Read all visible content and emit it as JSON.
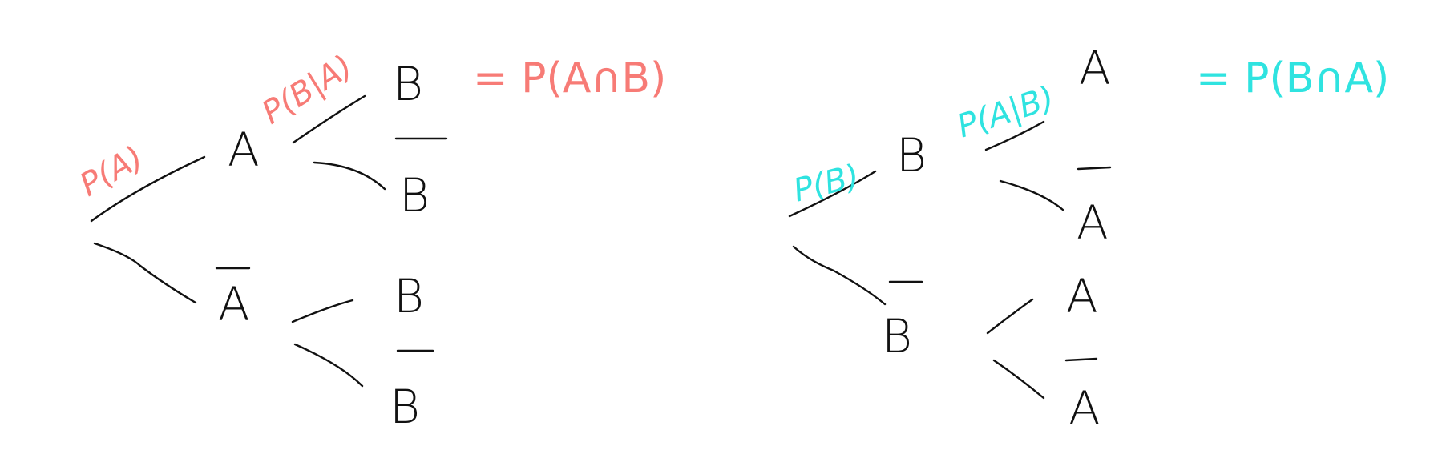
{
  "colors": {
    "ink": "#111111",
    "left_annotation": "#f77b76",
    "right_annotation": "#2fe3e0"
  },
  "left_tree": {
    "level1": {
      "top": "A",
      "bottom": "A"
    },
    "level2": {
      "top_top": "B",
      "top_bottom": "B",
      "bottom_top": "B",
      "bottom_bottom": "B"
    },
    "prob_first": "P(A)",
    "prob_second": "P(B|A)",
    "equation": "= P(A∩B)"
  },
  "right_tree": {
    "level1": {
      "top": "B",
      "bottom": "B"
    },
    "level2": {
      "top_top": "A",
      "top_bottom": "A",
      "bottom_top": "A",
      "bottom_bottom": "A"
    },
    "prob_first": "P(B)",
    "prob_second": "P(A|B)",
    "equation": "= P(B∩A)"
  }
}
